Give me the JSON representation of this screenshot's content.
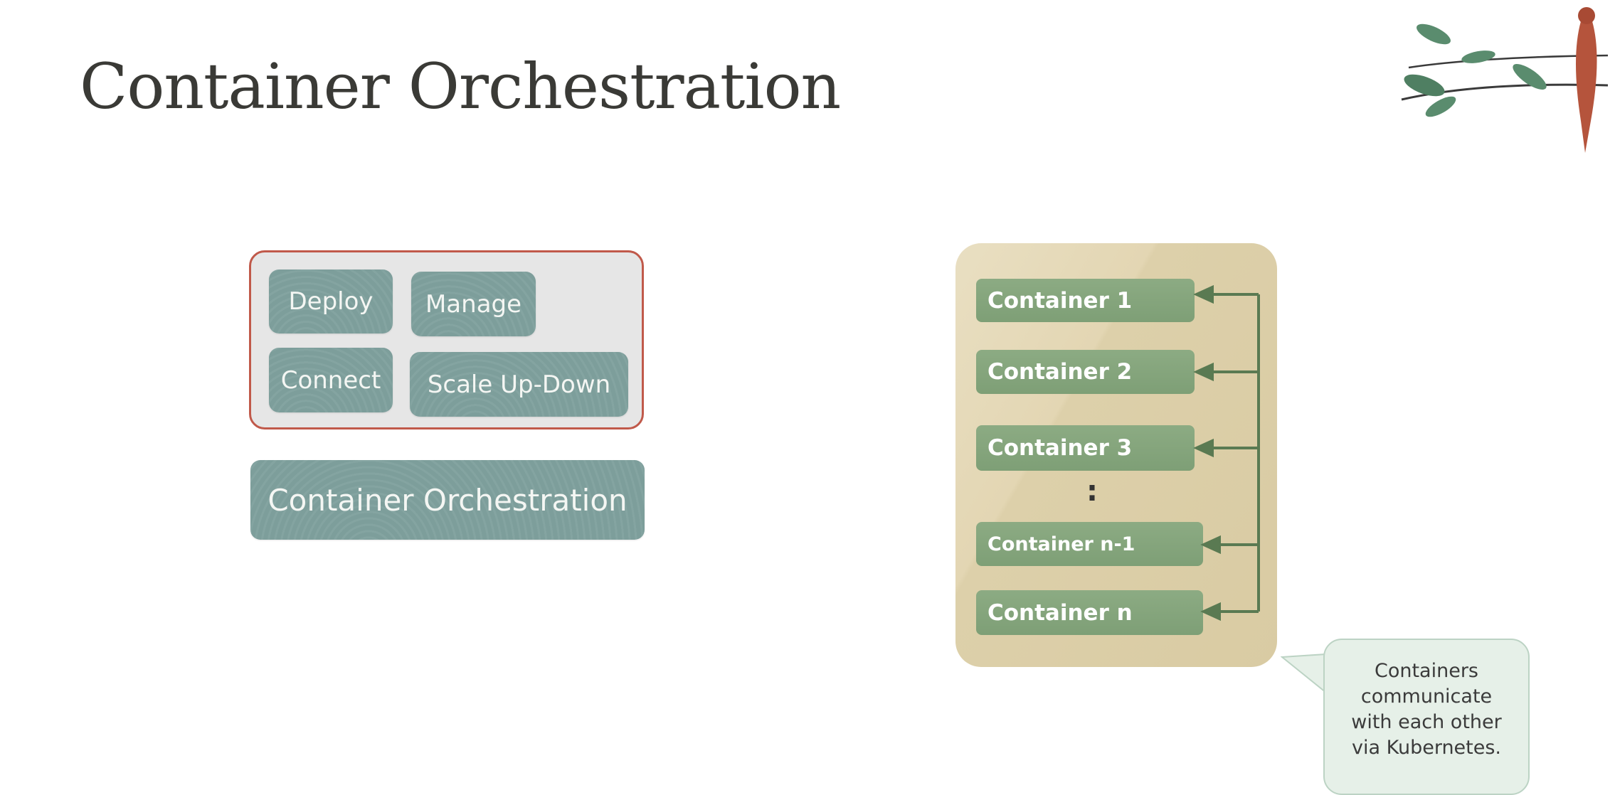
{
  "slide": {
    "title": "Container Orchestration",
    "capabilities": [
      "Deploy",
      "Manage",
      "Connect",
      "Scale Up-Down"
    ],
    "base_layer": "Container Orchestration",
    "containers": [
      "Container 1",
      "Container 2",
      "Container 3",
      "Container n-1",
      "Container n"
    ],
    "ellipsis": ":",
    "callout": [
      "Containers",
      "communicate",
      "with each other",
      "via Kubernetes."
    ]
  },
  "colors": {
    "accent_border": "#c0594a",
    "teal": "#7d9e9b",
    "green": "#7e9f76",
    "arrow": "#5a7a52"
  }
}
